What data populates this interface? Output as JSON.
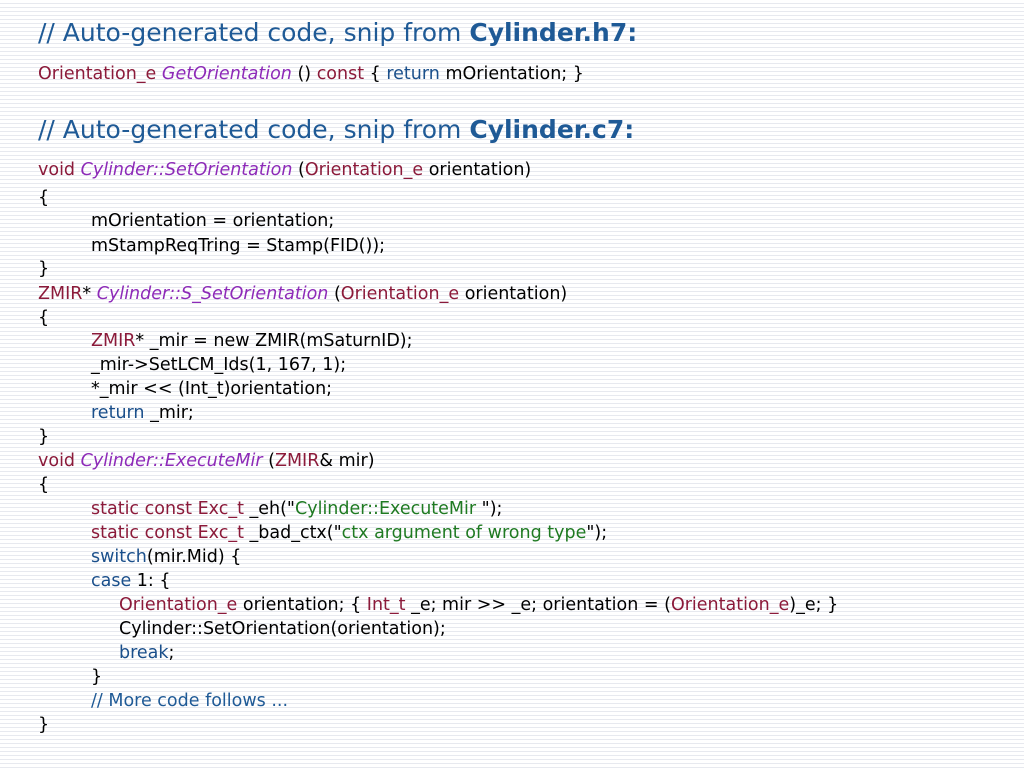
{
  "headings": {
    "h7_prefix": "// Auto-generated code, snip from ",
    "h7_file": "Cylinder.h7:",
    "c7_prefix": "// Auto-generated code, snip from ",
    "c7_file": "Cylinder.c7:"
  },
  "code_lines": [
    [
      {
        "t": "Orientation_e",
        "c": "ty"
      },
      {
        "t": " "
      },
      {
        "t": "GetOrientation",
        "c": "fn"
      },
      {
        "t": " () "
      },
      {
        "t": "const",
        "c": "ty"
      },
      {
        "t": " { "
      },
      {
        "t": "return",
        "c": "kw"
      },
      {
        "t": " mOrientation; }"
      }
    ],
    [
      {
        "t": "void",
        "c": "ty"
      },
      {
        "t": " "
      },
      {
        "t": "Cylinder::SetOrientation",
        "c": "fn"
      },
      {
        "t": " ("
      },
      {
        "t": "Orientation_e",
        "c": "ty"
      },
      {
        "t": " orientation)"
      }
    ],
    [
      {
        "t": "{"
      }
    ],
    [
      {
        "t": "mOrientation = orientation;"
      }
    ],
    [
      {
        "t": "mStampReqTring = Stamp(FID());"
      }
    ],
    [
      {
        "t": "}"
      }
    ],
    [
      {
        "t": "ZMIR",
        "c": "ty"
      },
      {
        "t": "* "
      },
      {
        "t": "Cylinder::S_SetOrientation",
        "c": "fn"
      },
      {
        "t": " ("
      },
      {
        "t": "Orientation_e",
        "c": "ty"
      },
      {
        "t": " orientation)"
      }
    ],
    [
      {
        "t": "{"
      }
    ],
    [
      {
        "t": "ZMIR",
        "c": "ty"
      },
      {
        "t": "* _mir = new ZMIR(mSaturnID);"
      }
    ],
    [
      {
        "t": "_mir->SetLCM_Ids(1, 167, 1);"
      }
    ],
    [
      {
        "t": "*_mir << (Int_t)orientation;"
      }
    ],
    [
      {
        "t": "return",
        "c": "kw"
      },
      {
        "t": " _mir;"
      }
    ],
    [
      {
        "t": "}"
      }
    ],
    [
      {
        "t": "void",
        "c": "ty"
      },
      {
        "t": " "
      },
      {
        "t": "Cylinder::ExecuteMir",
        "c": "fn"
      },
      {
        "t": " ("
      },
      {
        "t": "ZMIR",
        "c": "ty"
      },
      {
        "t": "& mir)"
      }
    ],
    [
      {
        "t": "{"
      }
    ],
    [
      {
        "t": "static const",
        "c": "ty"
      },
      {
        "t": " "
      },
      {
        "t": "Exc_t",
        "c": "ty"
      },
      {
        "t": " _eh(\""
      },
      {
        "t": "Cylinder::ExecuteMir ",
        "c": "st"
      },
      {
        "t": "\");"
      }
    ],
    [
      {
        "t": "static const",
        "c": "ty"
      },
      {
        "t": " "
      },
      {
        "t": "Exc_t",
        "c": "ty"
      },
      {
        "t": " _bad_ctx(\""
      },
      {
        "t": "ctx argument of wrong type",
        "c": "st"
      },
      {
        "t": "\");"
      }
    ],
    [
      {
        "t": "switch",
        "c": "kw"
      },
      {
        "t": "(mir.Mid) {"
      }
    ],
    [
      {
        "t": "case",
        "c": "kw"
      },
      {
        "t": " 1: {"
      }
    ],
    [
      {
        "t": "Orientation_e",
        "c": "ty"
      },
      {
        "t": " orientation; { "
      },
      {
        "t": "Int_t",
        "c": "ty"
      },
      {
        "t": " _e; mir >> _e; orientation = ("
      },
      {
        "t": "Orientation_e",
        "c": "ty"
      },
      {
        "t": ")_e; }"
      }
    ],
    [
      {
        "t": "Cylinder::SetOrientation(orientation);"
      }
    ],
    [
      {
        "t": "break",
        "c": "kw"
      },
      {
        "t": ";"
      }
    ],
    [
      {
        "t": "}"
      }
    ],
    [
      {
        "t": "// More code follows ...",
        "c": "cm"
      }
    ],
    [
      {
        "t": "}"
      }
    ]
  ]
}
